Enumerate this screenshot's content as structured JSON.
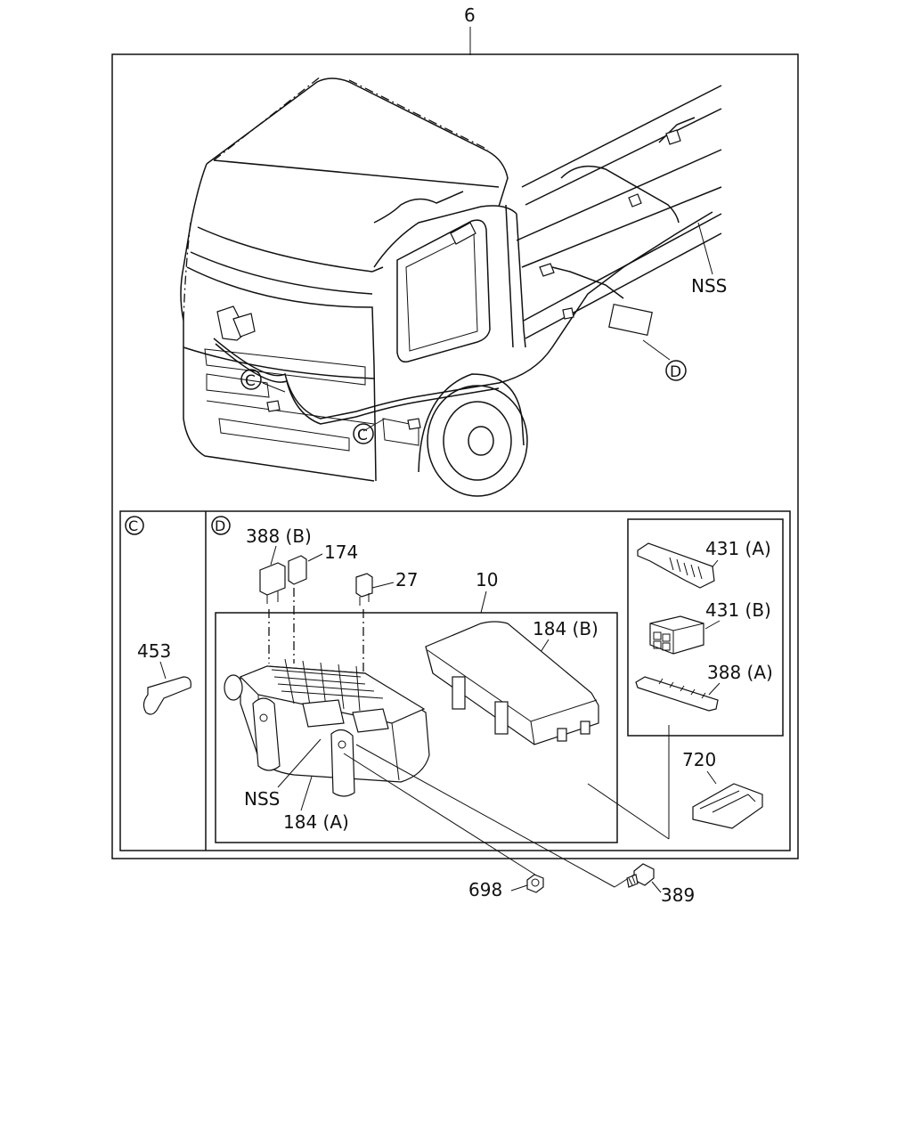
{
  "diagram": {
    "callouts": {
      "assembly": "6",
      "nss_main": "NSS",
      "view_c": "C",
      "view_d": "D",
      "part_453": "453",
      "part_388b": "388 (B)",
      "part_174": "174",
      "part_27": "27",
      "part_10": "10",
      "part_184b": "184 (B)",
      "part_nss_box": "NSS",
      "part_184a": "184 (A)",
      "part_431a": "431 (A)",
      "part_431b": "431 (B)",
      "part_388a": "388 (A)",
      "part_720": "720",
      "part_698": "698",
      "part_389": "389"
    }
  }
}
